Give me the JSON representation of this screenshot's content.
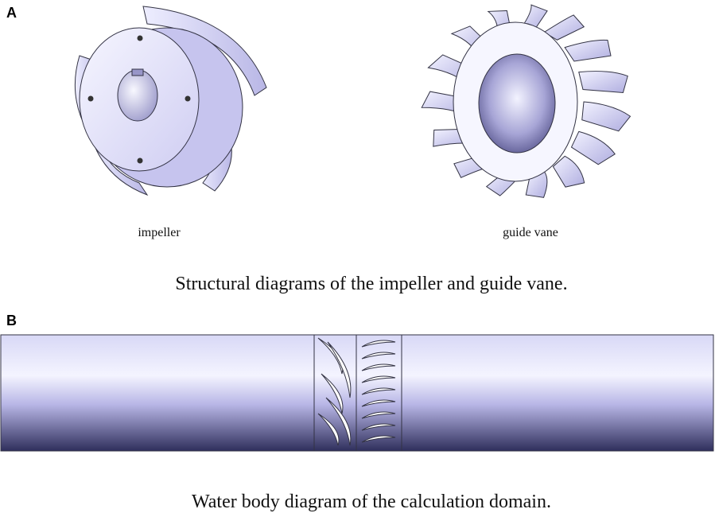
{
  "panel_a": {
    "label": "A",
    "impeller_label": "impeller",
    "guide_vane_label": "guide vane",
    "caption": "Structural diagrams of the impeller and guide vane."
  },
  "panel_b": {
    "label": "B",
    "caption": "Water body diagram of the calculation domain."
  },
  "colors": {
    "body_light": "#eef0ff",
    "body_mid": "#c9c8f0",
    "body_dark": "#3b3b6e",
    "edge": "#333344"
  }
}
